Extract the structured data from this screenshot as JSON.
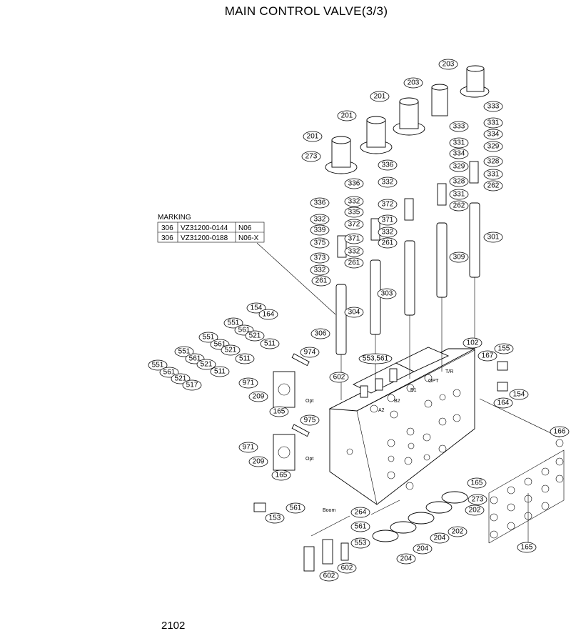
{
  "title": "MAIN CONTROL VALVE(3/3)",
  "page_number": "2102",
  "marking": {
    "heading": "MARKING",
    "rows": [
      [
        "306",
        "VZ31200-0144",
        "N06"
      ],
      [
        "306",
        "VZ31200-0188",
        "N06-X"
      ]
    ]
  },
  "small_text": [
    "Opt",
    "Opt",
    "Boom",
    "A2",
    "B2",
    "B1",
    "OPT",
    "T/R"
  ],
  "labels": [
    "203",
    "203",
    "201",
    "201",
    "201",
    "273",
    "333",
    "331",
    "334",
    "329",
    "328",
    "331",
    "262",
    "333",
    "331",
    "334",
    "329",
    "328",
    "331",
    "262",
    "301",
    "309",
    "336",
    "332",
    "372",
    "371",
    "332",
    "261",
    "336",
    "332",
    "335",
    "372",
    "371",
    "332",
    "261",
    "303",
    "336",
    "332",
    "335",
    "339",
    "375",
    "373",
    "332",
    "261",
    "304",
    "154",
    "164",
    "551",
    "561",
    "521",
    "511",
    "551",
    "561",
    "521",
    "511",
    "551",
    "561",
    "521",
    "511",
    "551",
    "561",
    "521",
    "517",
    "306",
    "974",
    "553,561",
    "602",
    "102",
    "167",
    "155",
    "154",
    "164",
    "971",
    "209",
    "165",
    "975",
    "971",
    "209",
    "165",
    "166",
    "165",
    "273",
    "202",
    "202",
    "264",
    "204",
    "204",
    "204",
    "561",
    "553",
    "602",
    "602",
    "153",
    "561",
    "165"
  ]
}
